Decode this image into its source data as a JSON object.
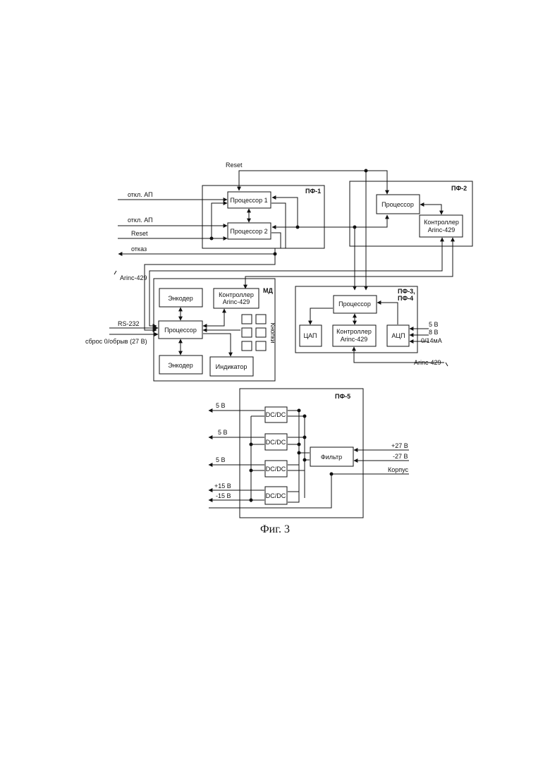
{
  "caption": "Фиг. 3",
  "pf1": {
    "label": "ПФ-1",
    "proc1": "Процессор 1",
    "proc2": "Процессор 2",
    "in_otkl1": "откл. АП",
    "in_otkl2": "откл. АП",
    "in_reset": "Reset",
    "out_otkaz": "отказ",
    "reset_top": "Reset",
    "arinc": "Arinc-429"
  },
  "pf2": {
    "label": "ПФ-2",
    "proc": "Процессор",
    "ctrl_l1": "Контроллер",
    "ctrl_l2": "Arinc-429"
  },
  "md": {
    "label": "МД",
    "enc1": "Энкодер",
    "enc2": "Энкодер",
    "proc": "Процессор",
    "ctrl_l1": "Контроллер",
    "ctrl_l2": "Arinc-429",
    "indicator": "Индикатор",
    "buttons": "Кнопки",
    "in_rs232": "RS-232",
    "in_sbros": "сброс 0/обрыв (27 В)"
  },
  "pf34": {
    "label_l1": "ПФ-3,",
    "label_l2": "ПФ-4",
    "proc": "Процессор",
    "dac": "ЦАП",
    "ctrl_l1": "Контроллер",
    "ctrl_l2": "Arinc-429",
    "adc": "АЦП",
    "in1": "5 В",
    "in2": "8 В",
    "in3": "0/14мА",
    "arinc": "Arinc-429"
  },
  "pf5": {
    "label": "ПФ-5",
    "dcdc1": "DC/DC",
    "dcdc2": "DC/DC",
    "dcdc3": "DC/DC",
    "dcdc4": "DC/DC",
    "filter": "Фильтр",
    "out1": "5 В",
    "out2": "5 В",
    "out3": "5 В",
    "out4": "+15 В",
    "out5": "-15 В",
    "in1": "+27 В",
    "in2": "-27 В",
    "in3": "Корпус"
  }
}
